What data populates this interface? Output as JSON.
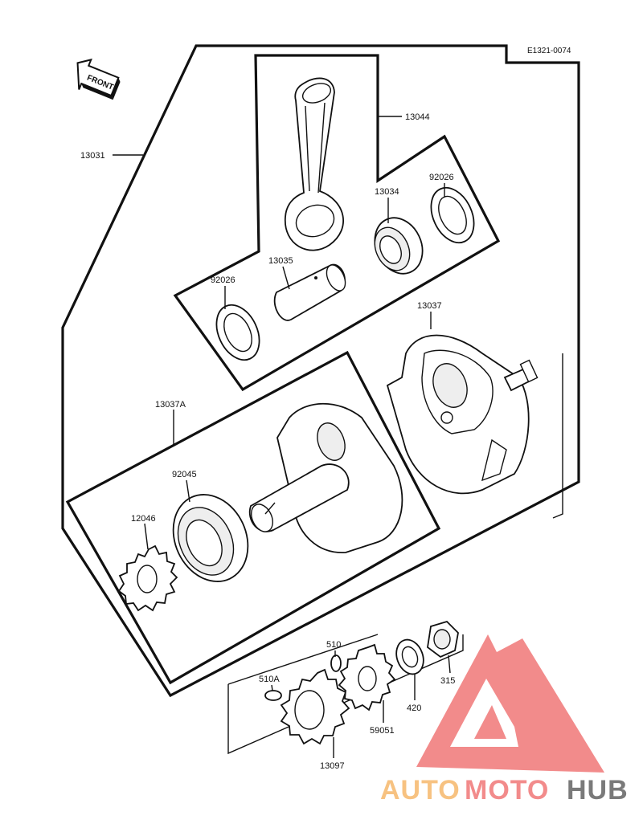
{
  "diagram_code": "E1321-0074",
  "front_label": "FRONT",
  "parts": {
    "p13031": "13031",
    "p13044": "13044",
    "p92026a": "92026",
    "p13034": "13034",
    "p13035": "13035",
    "p92026b": "92026",
    "p13037": "13037",
    "p13037A": "13037A",
    "p92045": "92045",
    "p12046": "12046",
    "p510": "510",
    "p510A": "510A",
    "p59051": "59051",
    "p420": "420",
    "p315": "315",
    "p13097": "13097"
  },
  "watermark": {
    "part1": "AUTO",
    "part2": "MOTO",
    "part3": "HUB",
    "color_light": "#f6b25e",
    "color_mid": "#ef6b6b",
    "color_dark": "#555555"
  }
}
